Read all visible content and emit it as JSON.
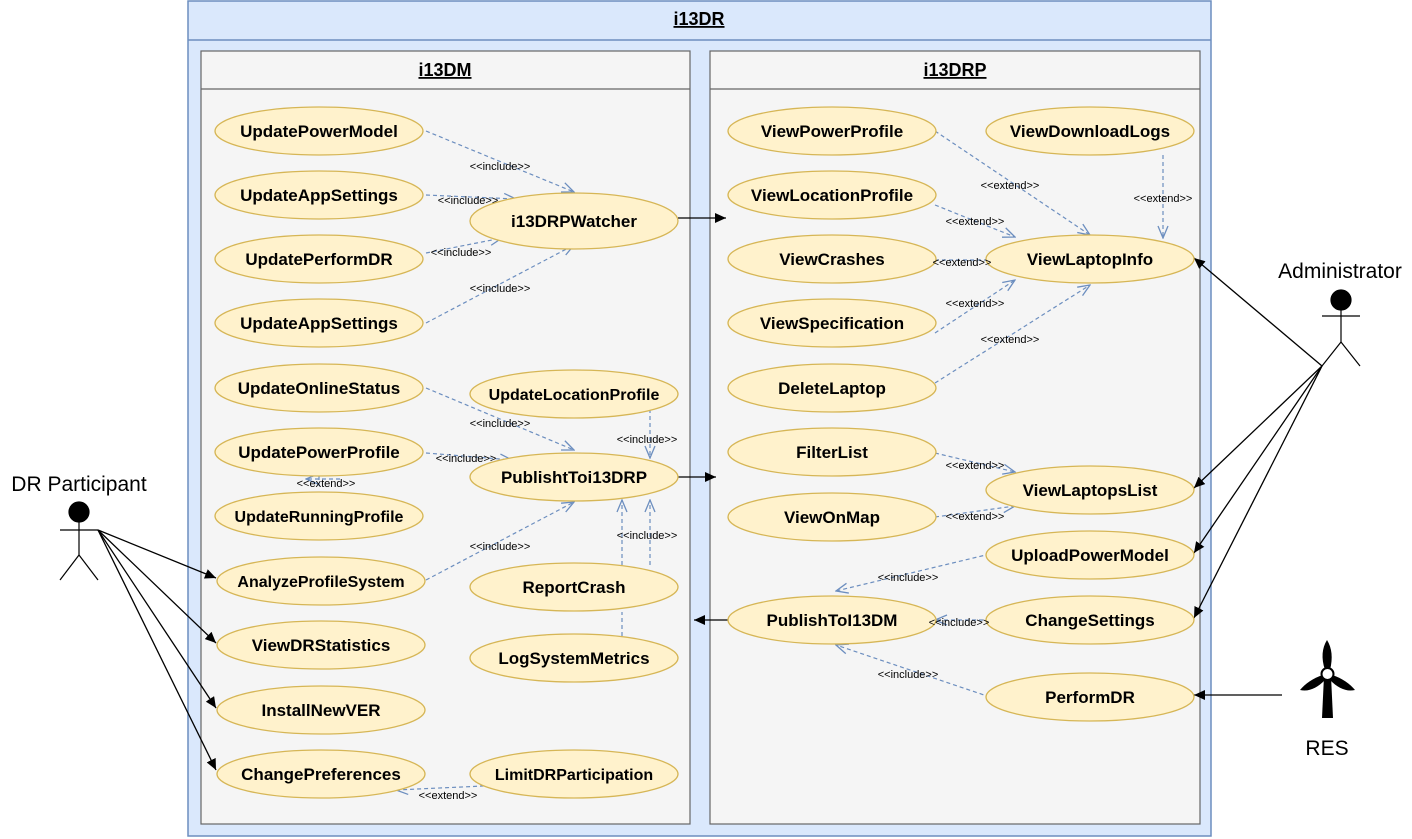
{
  "system": {
    "title": "i13DR"
  },
  "subsystems": {
    "left": "i13DM",
    "right": "i13DRP"
  },
  "actors": {
    "participant": "DR Participant",
    "admin": "Administrator",
    "res": "RES"
  },
  "usecases": {
    "u1": "UpdatePowerModel",
    "u2": "UpdateAppSettings",
    "u3": "UpdatePerformDR",
    "u4": "UpdateAppSettings",
    "u5": "UpdateOnlineStatus",
    "u6": "UpdatePowerProfile",
    "u7": "UpdateRunningProfile",
    "u8": "AnalyzeProfileSystem",
    "u9": "ViewDRStatistics",
    "u10": "InstallNewVER",
    "u11": "ChangePreferences",
    "w1": "i13DRPWatcher",
    "w2": "UpdateLocationProfile",
    "w3": "PublishtToi13DRP",
    "w4": "ReportCrash",
    "w5": "LogSystemMetrics",
    "w6": "LimitDRParticipation",
    "r1": "ViewPowerProfile",
    "r2": "ViewLocationProfile",
    "r3": "ViewCrashes",
    "r4": "ViewSpecification",
    "r5": "DeleteLaptop",
    "r6": "FilterList",
    "r7": "ViewOnMap",
    "r8": "PublishToI13DM",
    "s1": "ViewDownloadLogs",
    "s2": "ViewLaptopInfo",
    "s3": "ViewLaptopsList",
    "s4": "UploadPowerModel",
    "s5": "ChangeSettings",
    "s6": "PerformDR"
  },
  "stereotypes": {
    "include": "<<include>>",
    "extend": "<<extend>>"
  },
  "colors": {
    "system_fill": "#dae8fc",
    "system_stroke": "#6c8ebf",
    "sub_fill": "#f5f5f5",
    "uc_fill": "#fff2cc",
    "uc_stroke": "#d6b656",
    "dash": "#6c8ebf"
  },
  "icons": {
    "res": "wind-turbine-icon",
    "actor": "stick-figure-icon"
  }
}
